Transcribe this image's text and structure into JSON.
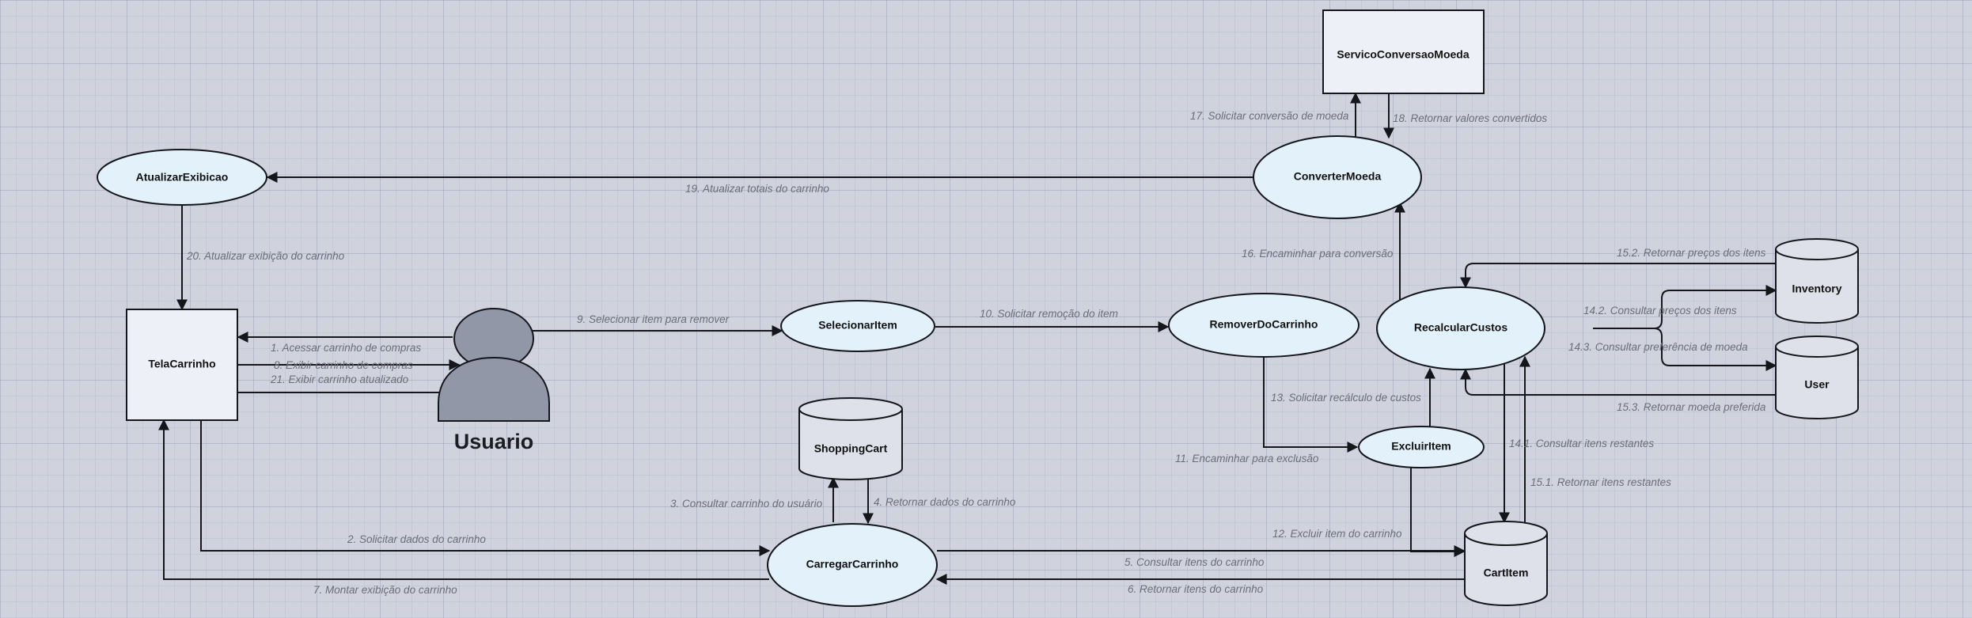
{
  "nodes": {
    "servico": "ServicoConversaoMoeda",
    "atualizar": "AtualizarExibicao",
    "converter": "ConverterMoeda",
    "tela": "TelaCarrinho",
    "usuario": "Usuario",
    "selecionar": "SelecionarItem",
    "remover": "RemoverDoCarrinho",
    "recalcular": "RecalcularCustos",
    "inventory": "Inventory",
    "user": "User",
    "shoppingcart": "ShoppingCart",
    "excluir": "ExcluirItem",
    "carregar": "CarregarCarrinho",
    "cartitem": "CartItem"
  },
  "edges": {
    "e1": "1. Acessar carrinho de compras",
    "e2": "2. Solicitar dados do carrinho",
    "e3": "3. Consultar carrinho do usuário",
    "e4": "4. Retornar dados do carrinho",
    "e5": "5. Consultar itens do carrinho",
    "e6": "6. Retornar itens do carrinho",
    "e7": "7. Montar exibição do carrinho",
    "e8": "8. Exibir carrinho de compras",
    "e9": "9. Selecionar item para remover",
    "e10": "10. Solicitar remoção do item",
    "e11": "11. Encaminhar para exclusão",
    "e12": "12. Excluir item do carrinho",
    "e13": "13. Solicitar recálculo de custos",
    "e14_1": "14.1. Consultar itens restantes",
    "e14_2": "14.2. Consultar preços dos itens",
    "e14_3": "14.3. Consultar preferência de moeda",
    "e15_1": "15.1. Retornar itens restantes",
    "e15_2": "15.2. Retornar preços dos itens",
    "e15_3": "15.3. Retornar moeda preferida",
    "e16": "16. Encaminhar para conversão",
    "e17": "17. Solicitar conversão de moeda",
    "e18": "18. Retornar valores convertidos",
    "e19": "19. Atualizar totais do carrinho",
    "e20": "20. Atualizar exibição do carrinho",
    "e21": "21. Exibir carrinho atualizado"
  }
}
